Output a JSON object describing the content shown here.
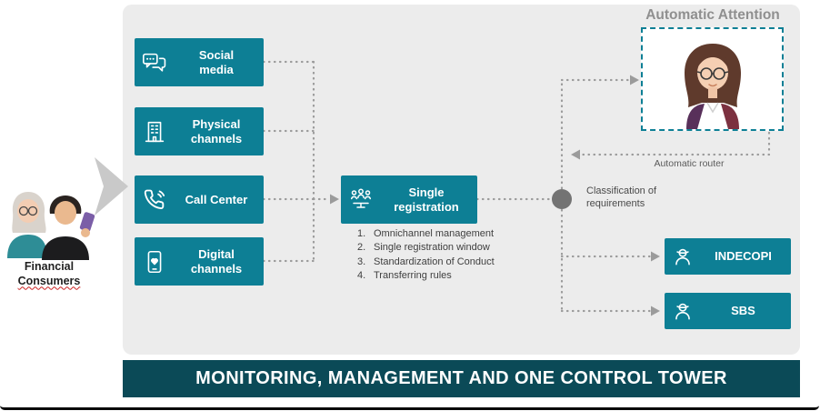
{
  "colors": {
    "teal": "#0d7f95",
    "dark_teal": "#0b4a57",
    "background_gray": "#ececec",
    "line_gray": "#9b9b9b",
    "title_gray": "#8f8f8f",
    "underline_red": "#cc2222"
  },
  "consumers": {
    "line1": "Financial",
    "line2": "Consumers"
  },
  "channels": [
    {
      "label": "Social\nmedia"
    },
    {
      "label": "Physical\nchannels"
    },
    {
      "label": "Call Center"
    },
    {
      "label": "Digital\nchannels"
    }
  ],
  "registration": {
    "label": "Single\nregistration",
    "items": [
      {
        "num": "1.",
        "text": "Omnichannel management"
      },
      {
        "num": "2.",
        "text": "Single registration window"
      },
      {
        "num": "3.",
        "text": "Standardization of Conduct"
      },
      {
        "num": "4.",
        "text": "Transferring rules"
      }
    ]
  },
  "classification_label": "Classification of requirements",
  "automatic_attention_title": "Automatic Attention",
  "automatic_router_label": "Automatic router",
  "regulators": [
    {
      "label": "INDECOPI"
    },
    {
      "label": "SBS"
    }
  ],
  "banner": "MONITORING, MANAGEMENT AND ONE CONTROL TOWER"
}
